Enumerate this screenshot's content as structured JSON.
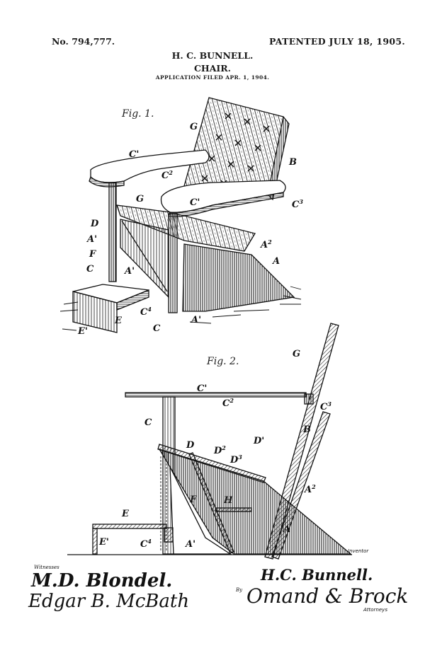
{
  "header": {
    "patent_number": "No. 794,777.",
    "patent_date": "PATENTED JULY 18, 1905.",
    "inventor": "H. C. BUNNELL.",
    "title": "CHAIR.",
    "application_filed": "APPLICATION FILED APR. 1, 1904."
  },
  "figures": [
    {
      "label": "Fig. 1.",
      "view": "perspective",
      "parts": [
        "G",
        "C'",
        "C2",
        "B",
        "G",
        "C'",
        "C3",
        "D",
        "A'",
        "F",
        "C",
        "A'",
        "A2",
        "A",
        "E",
        "C4",
        "C",
        "A'",
        "E'"
      ]
    },
    {
      "label": "Fig. 2.",
      "view": "side elevation",
      "parts": [
        "G",
        "C'",
        "C2",
        "C3",
        "C",
        "B",
        "D'",
        "D",
        "D2",
        "D3",
        "F",
        "H",
        "E",
        "E'",
        "C4",
        "A'",
        "A2",
        "A"
      ]
    }
  ],
  "labels": {
    "fig1": "Fig. 1.",
    "fig2": "Fig. 2.",
    "G": "G",
    "C1": "C'",
    "C2": "C",
    "C2sup": "2",
    "C3": "C",
    "C3sup": "3",
    "C4": "C",
    "C4sup": "4",
    "B": "B",
    "D": "D",
    "D1": "D'",
    "D2": "D",
    "D2sup": "2",
    "D3": "D",
    "D3sup": "3",
    "A": "A",
    "A1": "A'",
    "A2": "A",
    "A2sup": "2",
    "F": "F",
    "C": "C",
    "E": "E",
    "E1": "E'",
    "H": "H"
  },
  "footer": {
    "witnesses_label": "Witnesses",
    "witness_1": "M.D. Blondel.",
    "witness_2": "Edgar B. McBath",
    "inventor_label": "Inventor",
    "inventor_signature": "H.C. Bunnell.",
    "by_label": "By",
    "attorney_signature": "Omand & Brock",
    "attorneys_label": "Attorneys"
  }
}
